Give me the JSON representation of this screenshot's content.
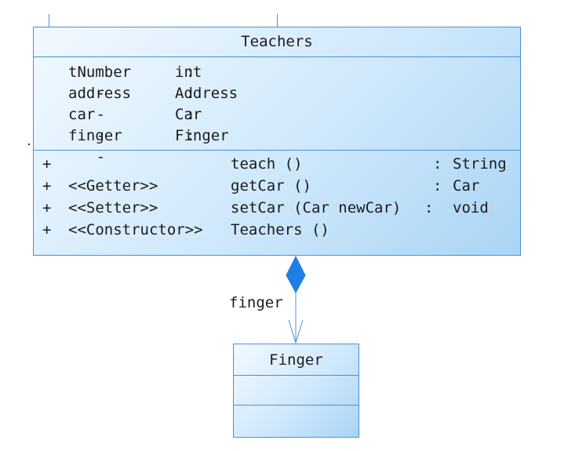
{
  "teachers_class": {
    "name": "Teachers",
    "attributes": [
      {
        "visibility": "-",
        "name": "tNumber",
        "sep": ":",
        "type": "int"
      },
      {
        "visibility": "-",
        "name": "address",
        "sep": ":",
        "type": "Address"
      },
      {
        "visibility": "-",
        "name": "car",
        "sep": ":",
        "type": "Car"
      },
      {
        "visibility": "-",
        "name": "finger",
        "sep": ":",
        "type": "Finger"
      }
    ],
    "operations": [
      {
        "visibility": "+",
        "stereotype": "",
        "signature": "teach ()",
        "sep": ":",
        "return_type": "String"
      },
      {
        "visibility": "+",
        "stereotype": "<<Getter>>",
        "signature": "getCar ()",
        "sep": ":",
        "return_type": "Car"
      },
      {
        "visibility": "+",
        "stereotype": "<<Setter>>",
        "signature": "setCar (Car newCar)",
        "sep": ":",
        "return_type": "void"
      },
      {
        "visibility": "+",
        "stereotype": "<<Constructor>>",
        "signature": "Teachers ()",
        "sep": "",
        "return_type": ""
      }
    ]
  },
  "association": {
    "kind": "composition",
    "role": "finger"
  },
  "finger_class": {
    "name": "Finger"
  },
  "colors": {
    "border": "#4a90d9",
    "diamond": "#1e7ee6",
    "fill_light": "#f2f9ff",
    "fill_dark": "#a9d5f5"
  }
}
